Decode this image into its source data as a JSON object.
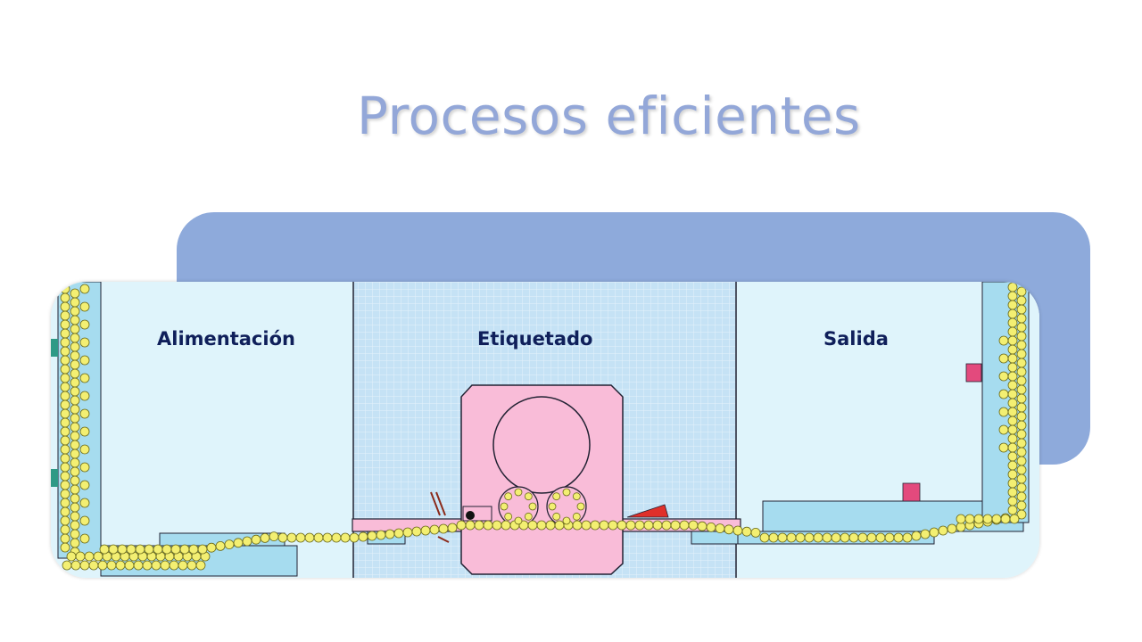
{
  "slide": {
    "title": "Procesos eficientes"
  },
  "diagram": {
    "sections": [
      {
        "label": "Alimentación"
      },
      {
        "label": "Etiquetado"
      },
      {
        "label": "Salida"
      }
    ]
  },
  "colors": {
    "title": "#93a7d8",
    "back_panel": "#8eaadb",
    "section_side_bg": "#dff4fb",
    "section_center_bg": "#c5e2f5",
    "conveyor": "#a6dcef",
    "machine": "#f9bcd8",
    "bottle": "#f3ef72",
    "accent_red": "#e0302a",
    "accent_pink": "#e34a7d",
    "label_text": "#0f1f5a"
  }
}
